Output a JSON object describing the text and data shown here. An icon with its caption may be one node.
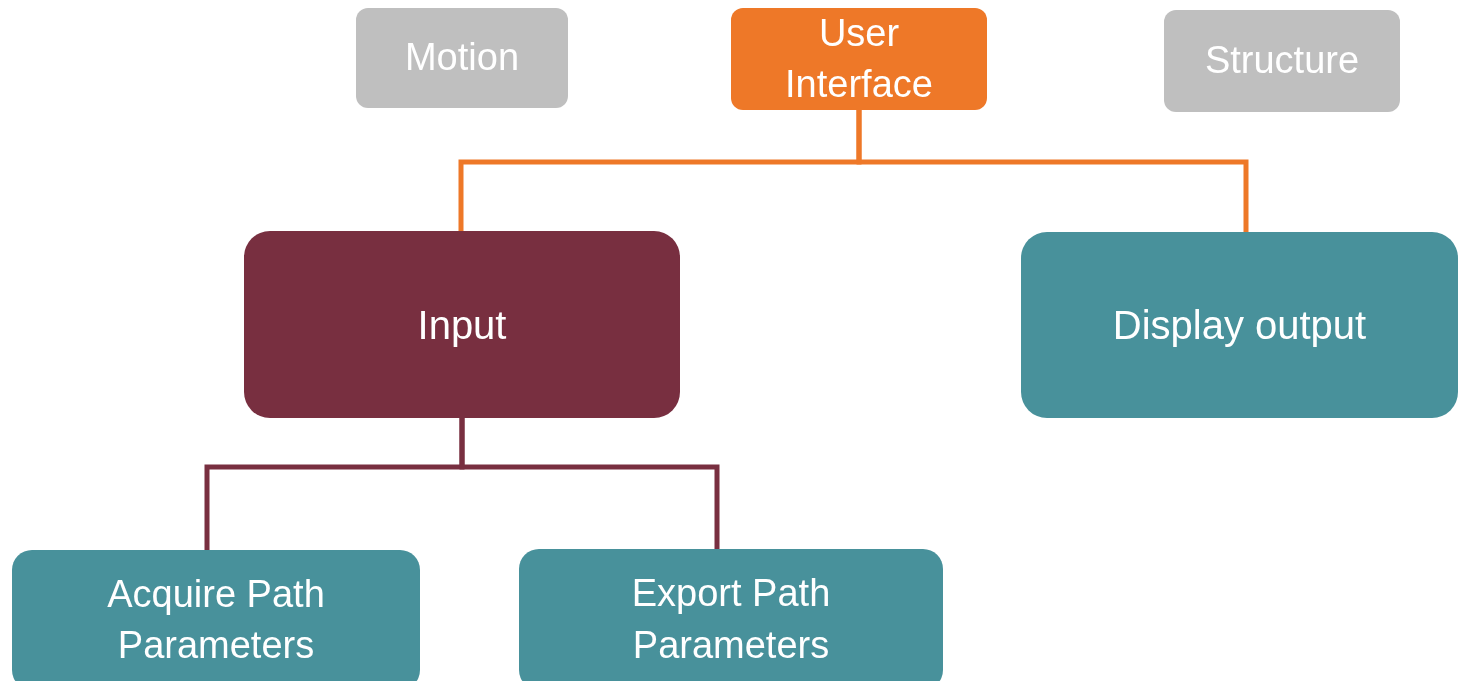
{
  "diagram": {
    "nodes": [
      {
        "text": [
          "Motion"
        ]
      },
      {
        "text": [
          "User Interface"
        ]
      },
      {
        "text": [
          "Structure"
        ]
      },
      {
        "text": [
          "Input"
        ]
      },
      {
        "text": [
          "Display output"
        ]
      },
      {
        "text": [
          "Acquire Path Parameters"
        ]
      },
      {
        "text": [
          "Export Path Parameters"
        ]
      }
    ],
    "edges": [
      {
        "from": 1,
        "to": 3,
        "arrow": "none",
        "color": "#ee7828"
      },
      {
        "from": 1,
        "to": 4,
        "arrow": "none",
        "color": "#ee7828"
      },
      {
        "from": 3,
        "to": 5,
        "arrow": "none",
        "color": "#782f40"
      },
      {
        "from": 3,
        "to": 6,
        "arrow": "none",
        "color": "#782f40"
      }
    ]
  }
}
